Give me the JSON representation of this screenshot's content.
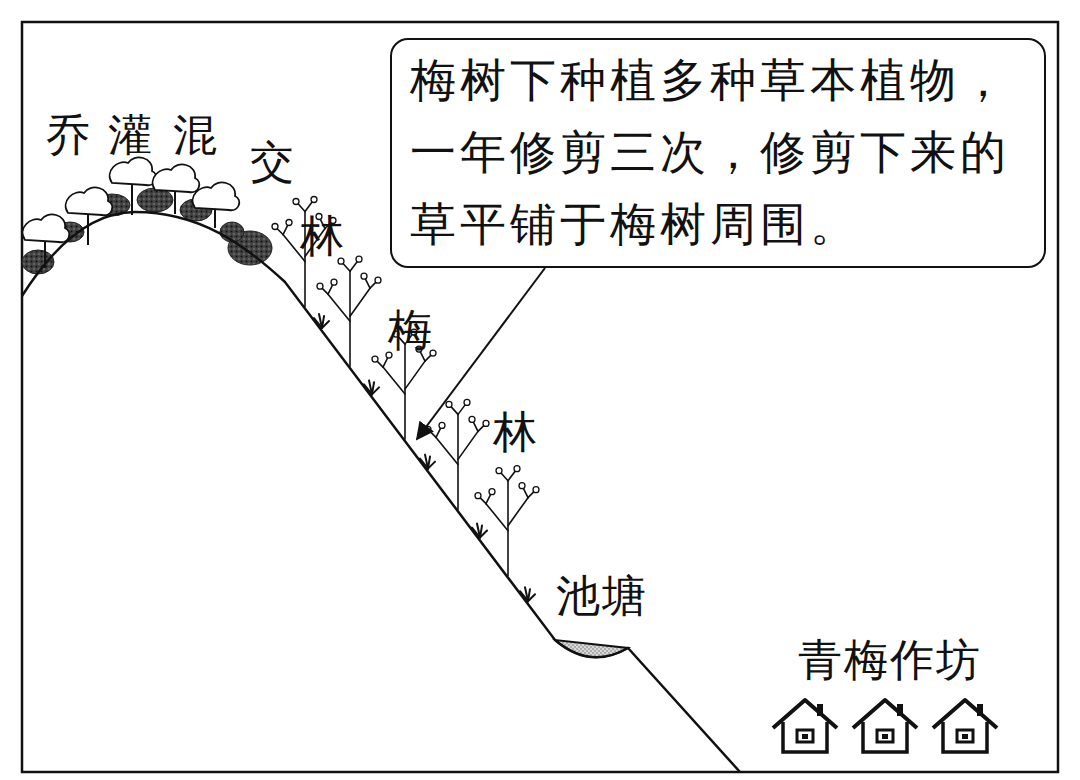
{
  "diagram": {
    "nodes": [
      {
        "text": [
          "梅树下种植多种草本植物，一年修剪三次，修剪下来的草平铺于梅树周围。"
        ]
      }
    ],
    "labels": [
      "乔灌混交林",
      "梅林",
      "池塘",
      "青梅作坊"
    ]
  }
}
